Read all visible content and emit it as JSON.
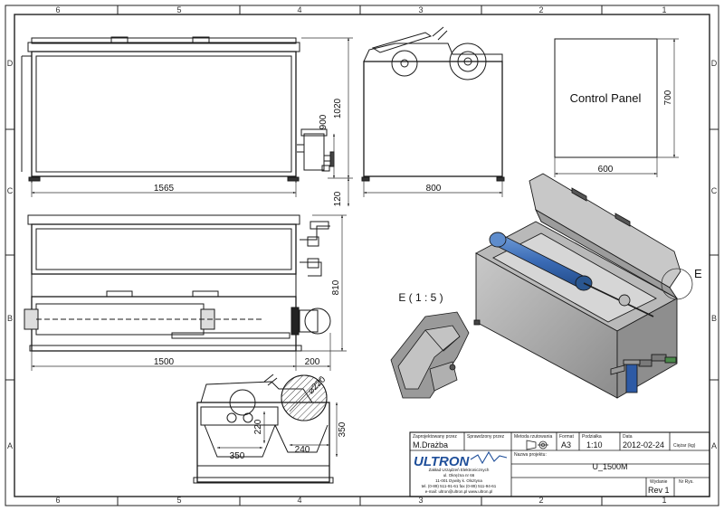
{
  "zones": {
    "columns": [
      "6",
      "5",
      "4",
      "3",
      "2",
      "1"
    ],
    "rows": [
      "D",
      "C",
      "B",
      "A"
    ]
  },
  "dimensions": {
    "width_1565": "1565",
    "height_1020": "1020",
    "height_900": "900",
    "height_120": "120",
    "width_800": "800",
    "control_width": "600",
    "control_height": "700",
    "depth_810": "810",
    "length_1500": "1500",
    "offset_200": "200",
    "dia_220": "⌀220",
    "h_220": "220",
    "h_350": "350",
    "w_350": "350",
    "w_240": "240"
  },
  "labels": {
    "control_panel": "Control Panel",
    "detail_title": "E ( 1 : 5 )",
    "detail_callout": "E"
  },
  "title_block": {
    "designed_by_label": "Zaprojektowany przez",
    "designed_by": "M.Drażba",
    "checked_by_label": "Sprawdzony przez",
    "checked_by": "",
    "projection_label": "Metoda rzutowania",
    "format_label": "Format",
    "format": "A3",
    "scale_label": "Podziałka",
    "scale": "1:10",
    "date_label": "Data",
    "date": "2012-02-24",
    "weight_label": "Ciężar (kg)",
    "weight": "",
    "project_name_label": "Nazwa projektu:",
    "project_name": "U_1500M",
    "company_logo": "ULTRON",
    "company_line1": "Zakład Urządzeń Elektronicznych",
    "company_line2": "ul. Okrężna nr 66",
    "company_line3": "11-001 Dywity k. Olsztyna",
    "company_line4": "tel. (0-89) 511-91-61  fax (0-89) 511-94-61",
    "company_line5": "e-mail: ultron@ultron.pl      www.ultron.pl",
    "revision_label": "Wydanie",
    "revision": "Rev 1",
    "sheet_label": "Nr Rys."
  },
  "colors": {
    "line": "#1a1a1a",
    "dim_line": "#333333",
    "roller_blue": "#3a6bb5",
    "metal_gray": "#a8a8a8",
    "metal_dark": "#7d7d7d",
    "logo_blue": "#1f4f9a"
  }
}
